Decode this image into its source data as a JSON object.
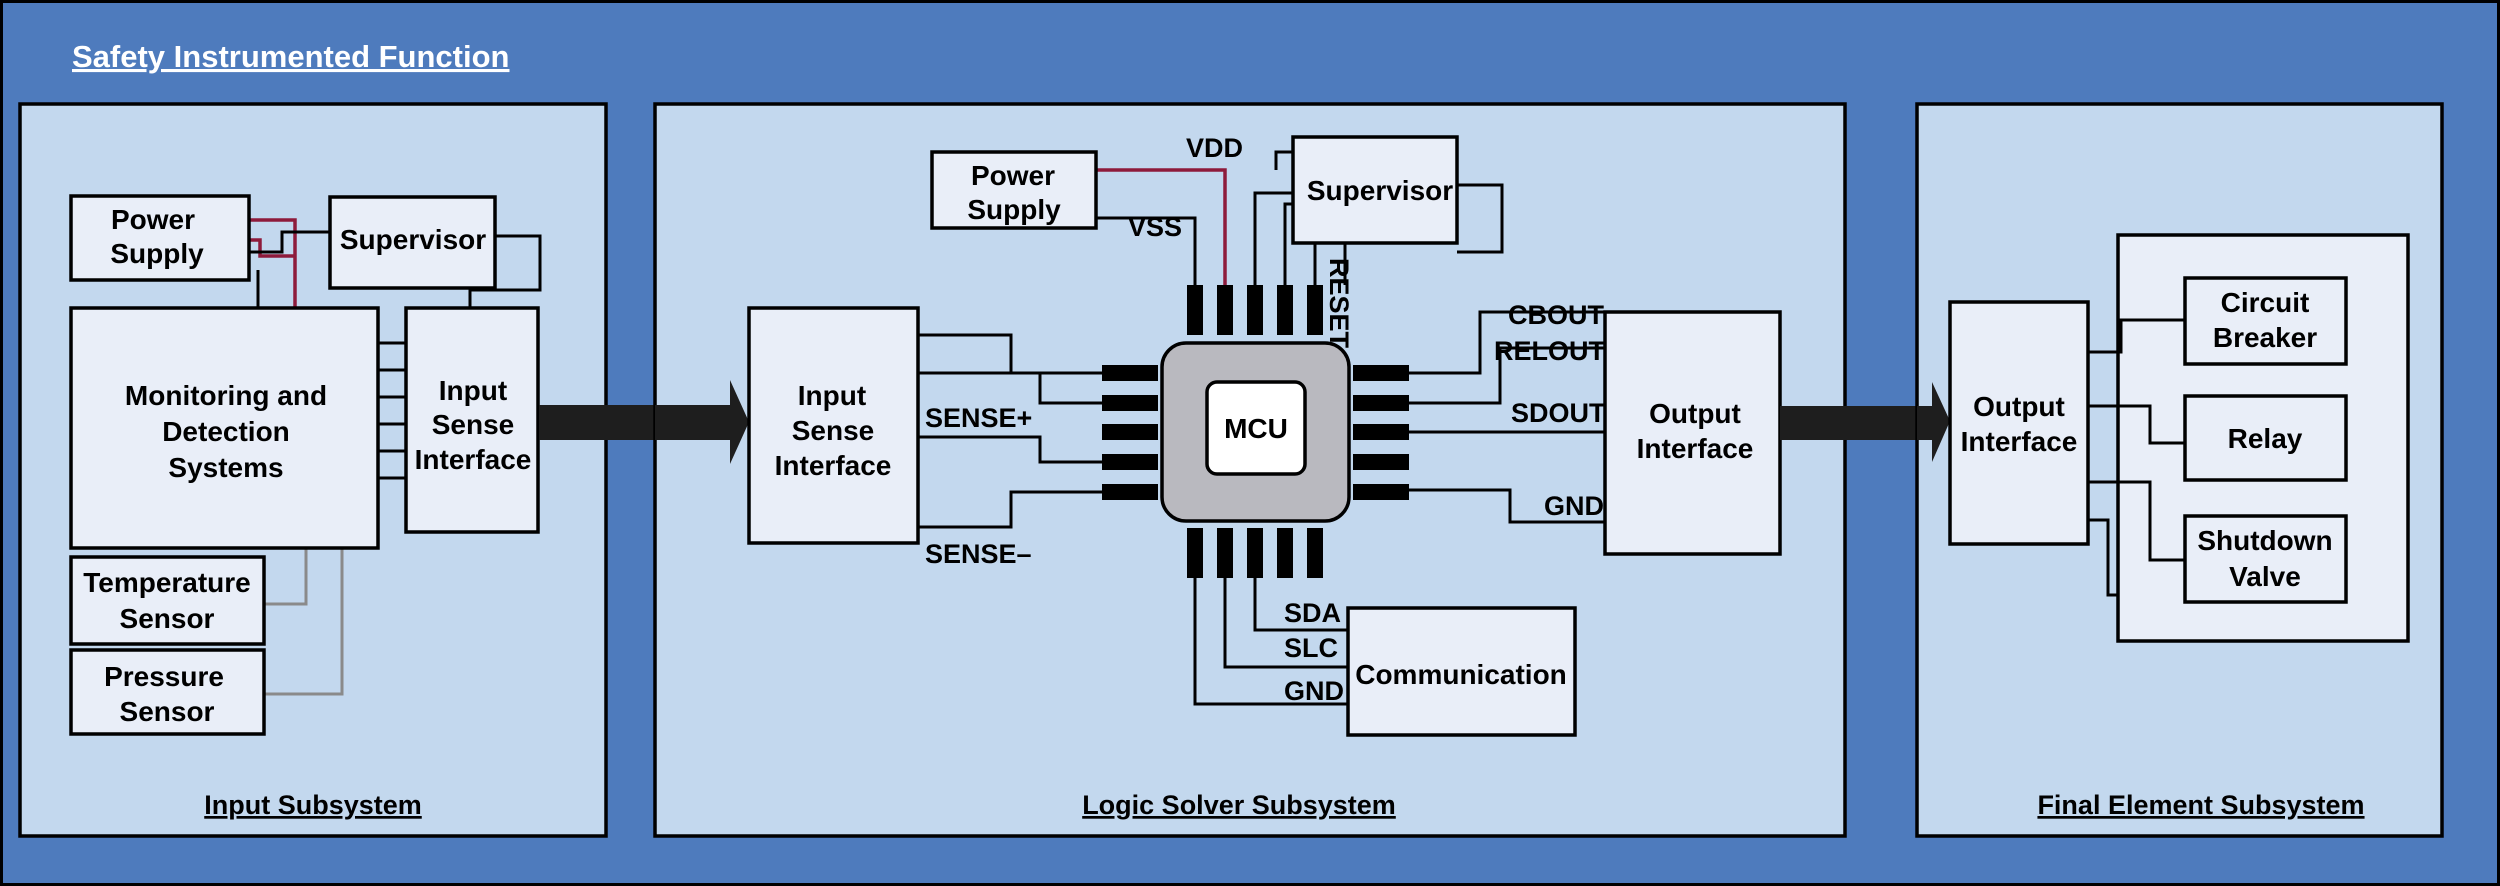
{
  "title": "Safety Instrumented Function",
  "subsystems": {
    "input": {
      "label": "Input Subsystem",
      "power_supply": [
        "Power",
        "Supply"
      ],
      "supervisor": "Supervisor",
      "monitoring": [
        "Monitoring and",
        "Detection",
        "Systems"
      ],
      "input_sense": [
        "Input",
        "Sense",
        "Interface"
      ],
      "temperature_sensor": [
        "Temperature",
        "Sensor"
      ],
      "pressure_sensor": [
        "Pressure",
        "Sensor"
      ]
    },
    "logic": {
      "label": "Logic Solver Subsystem",
      "power_supply": [
        "Power",
        "Supply"
      ],
      "supervisor": "Supervisor",
      "mcu": "MCU",
      "input_sense": [
        "Input",
        "Sense",
        "Interface"
      ],
      "output_interface": [
        "Output",
        "Interface"
      ],
      "communication": "Communication",
      "signals": {
        "vdd": "VDD",
        "vss": "VSS",
        "reset": "RESET",
        "sense_plus": "SENSE+",
        "sense_minus": "SENSE–",
        "cbout": "CBOUT",
        "relout": "RELOUT",
        "sdout": "SDOUT",
        "gnd_out": "GND",
        "sda": "SDA",
        "slc": "SLC",
        "gnd_comm": "GND"
      }
    },
    "final": {
      "label": "Final Element Subsystem",
      "output_interface": [
        "Output",
        "Interface"
      ],
      "circuit_breaker": [
        "Circuit",
        "Breaker"
      ],
      "relay": "Relay",
      "shutdown_valve": [
        "Shutdown",
        "Valve"
      ]
    }
  },
  "colors": {
    "background": "#4e7bbd",
    "panel": "#c3d8ee",
    "block": "#e9eef8",
    "power_wire": "#8e1b3b",
    "sensor_wire": "#8a8a8a",
    "mcu": "#b9b9bf"
  }
}
